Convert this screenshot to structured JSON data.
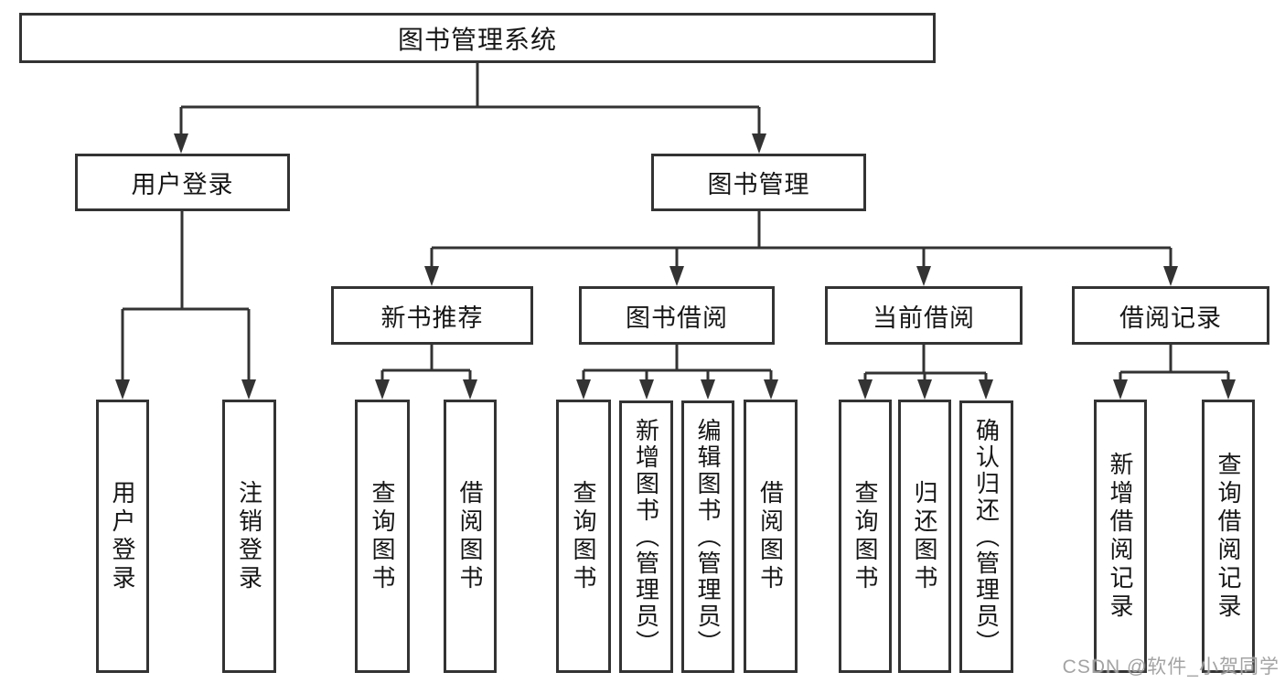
{
  "diagram": {
    "title": "图书管理系统",
    "tree": {
      "root": {
        "label": "图书管理系统"
      },
      "branches": [
        {
          "label": "用户登录",
          "children": [
            {
              "label": "用户登录"
            },
            {
              "label": "注销登录"
            }
          ]
        },
        {
          "label": "图书管理",
          "children": [
            {
              "label": "新书推荐",
              "children": [
                {
                  "label": "查询图书"
                },
                {
                  "label": "借阅图书"
                }
              ]
            },
            {
              "label": "图书借阅",
              "children": [
                {
                  "label": "查询图书"
                },
                {
                  "label": "新增图书（管理员）"
                },
                {
                  "label": "编辑图书（管理员）"
                },
                {
                  "label": "借阅图书"
                }
              ]
            },
            {
              "label": "当前借阅",
              "children": [
                {
                  "label": "查询图书"
                },
                {
                  "label": "归还图书"
                },
                {
                  "label": "确认归还（管理员）"
                }
              ]
            },
            {
              "label": "借阅记录",
              "children": [
                {
                  "label": "新增借阅记录"
                },
                {
                  "label": "查询借阅记录"
                }
              ]
            }
          ]
        }
      ]
    },
    "colors": {
      "border": "#333333",
      "line": "#333333",
      "text": "#161616",
      "background": "#ffffff",
      "watermark": "#9e9e9e"
    }
  },
  "watermark": {
    "text": "CSDN @软件_小贺同学"
  }
}
